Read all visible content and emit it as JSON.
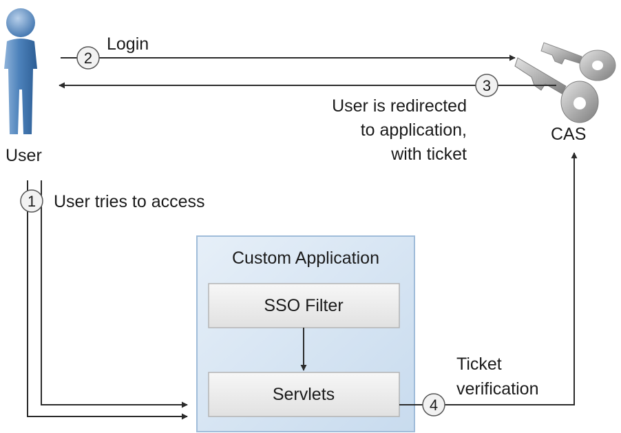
{
  "actors": {
    "user": {
      "label": "User",
      "icon": "user-icon"
    },
    "cas": {
      "label": "CAS",
      "icon": "keys-icon"
    }
  },
  "application": {
    "title": "Custom Application",
    "components": {
      "sso_filter": "SSO Filter",
      "servlets": "Servlets"
    }
  },
  "steps": [
    {
      "number": "1",
      "label": "User tries to access"
    },
    {
      "number": "2",
      "label": "Login"
    },
    {
      "number": "3",
      "label_lines": [
        "User is redirected",
        "to application,",
        "with ticket"
      ]
    },
    {
      "number": "4",
      "label_lines": [
        "Ticket",
        "verification"
      ]
    }
  ],
  "colors": {
    "user_figure": "#4a7fb5",
    "app_box_fill": "#d8e6f3",
    "app_box_border": "#9fbcd9",
    "component_fill": "#ececec",
    "component_border": "#b3b3b3",
    "arrow": "#2a2a2a",
    "keys": "#a9a9a9"
  }
}
